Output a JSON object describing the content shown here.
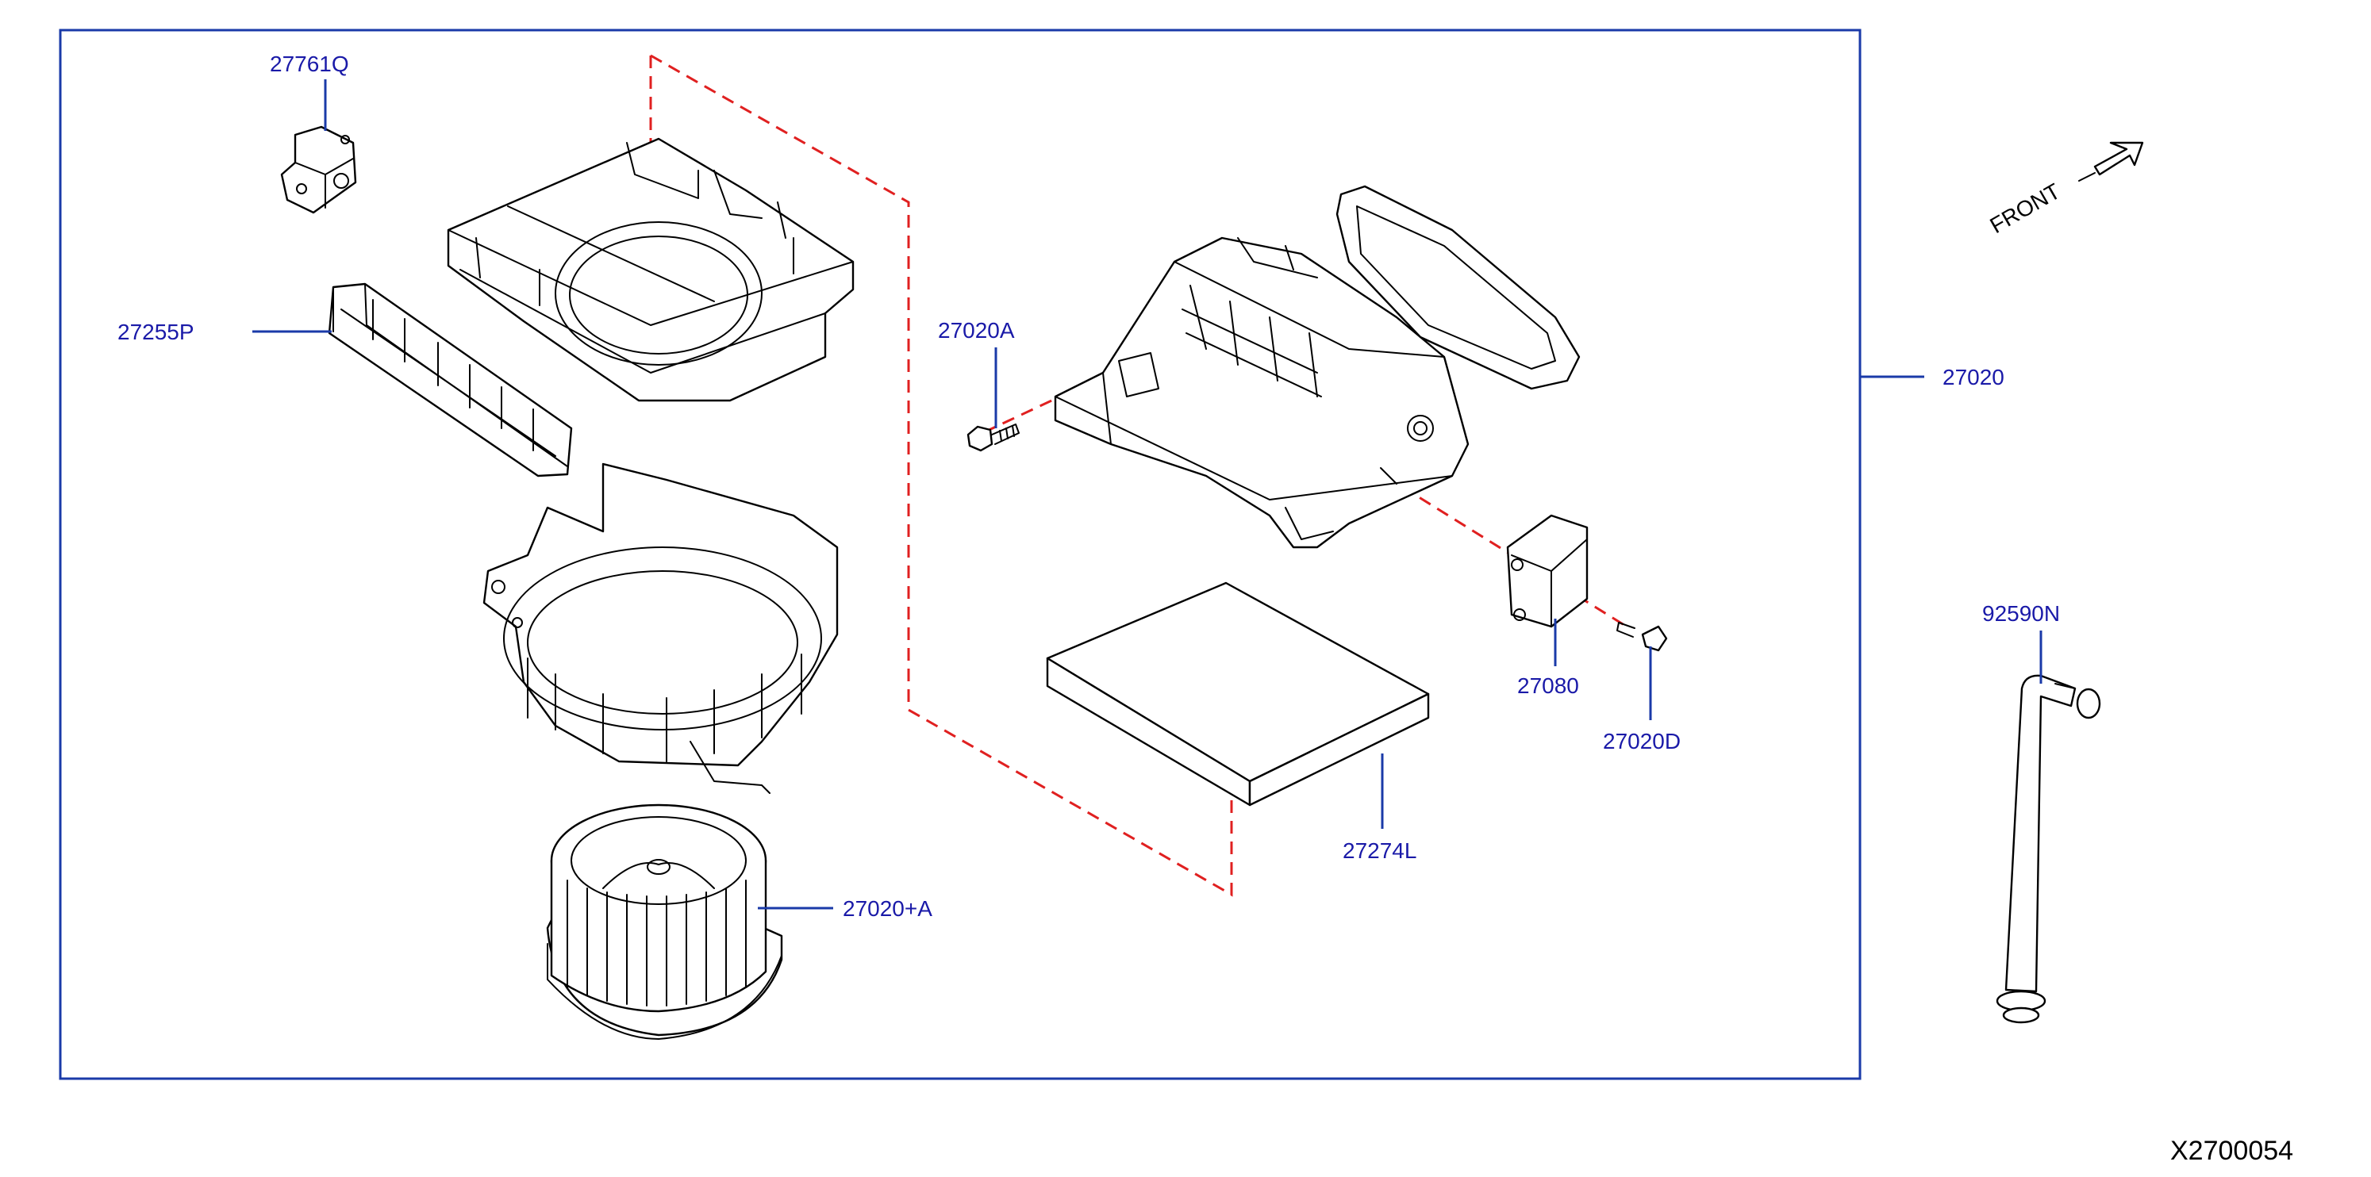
{
  "diagram": {
    "labels": {
      "p27761Q": "27761Q",
      "p27255P": "27255P",
      "p27020A": "27020A",
      "p27020": "27020",
      "p27080": "27080",
      "p27020D": "27020D",
      "p27274L": "27274L",
      "p27020plusA": "27020+A",
      "p92590N": "92590N"
    },
    "front_label": "FRONT",
    "reference_code": "X2700054",
    "colors": {
      "callout_text": "#1a1aa8",
      "leader_line": "#1a3aa8",
      "dashed_line": "#e02020",
      "outline": "#000000"
    }
  }
}
